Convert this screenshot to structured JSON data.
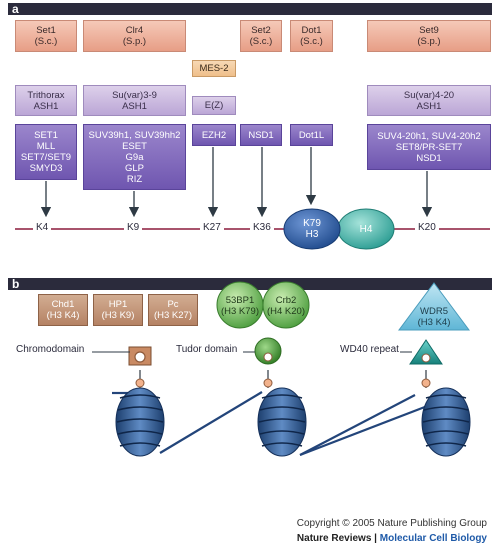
{
  "panel_a": {
    "letter": "a",
    "writers": [
      {
        "name": "Set1",
        "org": "(S.c.)"
      },
      {
        "name": "Clr4",
        "org": "(S.p.)"
      },
      {
        "name": "Set2",
        "org": "(S.c.)"
      },
      {
        "name": "Dot1",
        "org": "(S.c.)"
      },
      {
        "name": "Set9",
        "org": "(S.p.)"
      }
    ],
    "mes2": "MES-2",
    "drosophila": [
      {
        "l1": "Trithorax",
        "l2": "ASH1"
      },
      {
        "l1": "Su(var)3-9",
        "l2": "ASH1"
      },
      {
        "l1": "E(Z)",
        "l2": ""
      },
      {
        "l1": "Su(var)4-20",
        "l2": "ASH1"
      }
    ],
    "mammal_k4": [
      "SET1",
      "MLL",
      "SET7/SET9",
      "SMYD3"
    ],
    "mammal_k9": [
      "SUV39h1, SUV39hh2",
      "ESET",
      "G9a",
      "GLP",
      "RIZ"
    ],
    "mammal_ezh2": "EZH2",
    "mammal_nsd1": "NSD1",
    "mammal_dot1l": "Dot1L",
    "mammal_k20": [
      "SUV4-20h1, SUV4-20h2",
      "SET8/PR-SET7",
      "NSD1"
    ],
    "sites": [
      "K4",
      "K9",
      "K27",
      "K36",
      "K20"
    ],
    "nuc_k79": [
      "K79",
      "H3"
    ],
    "nuc_h4": "H4",
    "colors": {
      "line": "#8b1a3c",
      "nucleosome": "#2f5da0",
      "h4": "#3db0a6"
    }
  },
  "panel_b": {
    "letter": "b",
    "chromo_proteins": [
      {
        "name": "Chd1",
        "mark": "(H3 K4)"
      },
      {
        "name": "HP1",
        "mark": "(H3 K9)"
      },
      {
        "name": "Pc",
        "mark": "(H3 K27)"
      }
    ],
    "tudor_proteins": [
      {
        "name": "53BP1",
        "mark": "(H3 K79)"
      },
      {
        "name": "Crb2",
        "mark": "(H4 K20)"
      }
    ],
    "wd40_protein": {
      "name": "WDR5",
      "mark": "(H3 K4)"
    },
    "domain_labels": [
      "Chromodomain",
      "Tudor domain",
      "WD40 repeat"
    ]
  },
  "footer": {
    "copyright": "Copyright © 2005 Nature Publishing Group",
    "journal": "Nature Reviews",
    "separator": " | ",
    "subjournal": "Molecular Cell Biology"
  }
}
